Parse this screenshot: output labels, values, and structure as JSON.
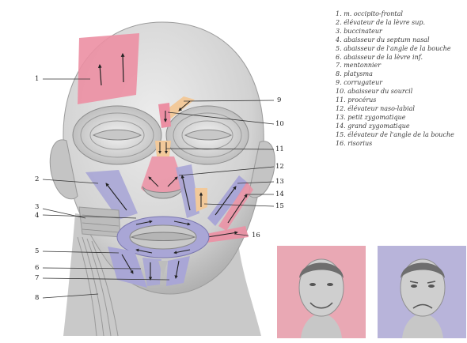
{
  "legend": [
    {
      "n": "1.",
      "label": "m. occipito-frontal"
    },
    {
      "n": "2.",
      "label": "élévateur de la lèvre sup."
    },
    {
      "n": "3.",
      "label": "buccinateur"
    },
    {
      "n": "4.",
      "label": "abaisseur du septum nasal"
    },
    {
      "n": "5.",
      "label": "abaisseur de l'angle de la bouche"
    },
    {
      "n": "6.",
      "label": "abaisseur de la lèvre inf."
    },
    {
      "n": "7.",
      "label": "mentonnier"
    },
    {
      "n": "8.",
      "label": "platysma"
    },
    {
      "n": "9.",
      "label": "corrugateur"
    },
    {
      "n": "10.",
      "label": "abaisseur du sourcil"
    },
    {
      "n": "11.",
      "label": "procérus"
    },
    {
      "n": "12.",
      "label": "élévateur naso-labial"
    },
    {
      "n": "13.",
      "label": "petit zygomatique"
    },
    {
      "n": "14.",
      "label": "grand zygomatique"
    },
    {
      "n": "15.",
      "label": "élévateur de l'angle de la bouche"
    },
    {
      "n": "16.",
      "label": "risorius"
    }
  ],
  "callouts": [
    "1",
    "2",
    "3",
    "4",
    "5",
    "6",
    "7",
    "8",
    "9",
    "10",
    "11",
    "12",
    "13",
    "14",
    "15",
    "16"
  ],
  "colors": {
    "muscle_pink": "#ec8fa3",
    "muscle_blue": "#a9a6d6",
    "muscle_orange": "#f2c99a",
    "skin": "#d9d9d9",
    "photo_left_bg": "#e9a8b4",
    "photo_right_bg": "#b8b4da"
  }
}
